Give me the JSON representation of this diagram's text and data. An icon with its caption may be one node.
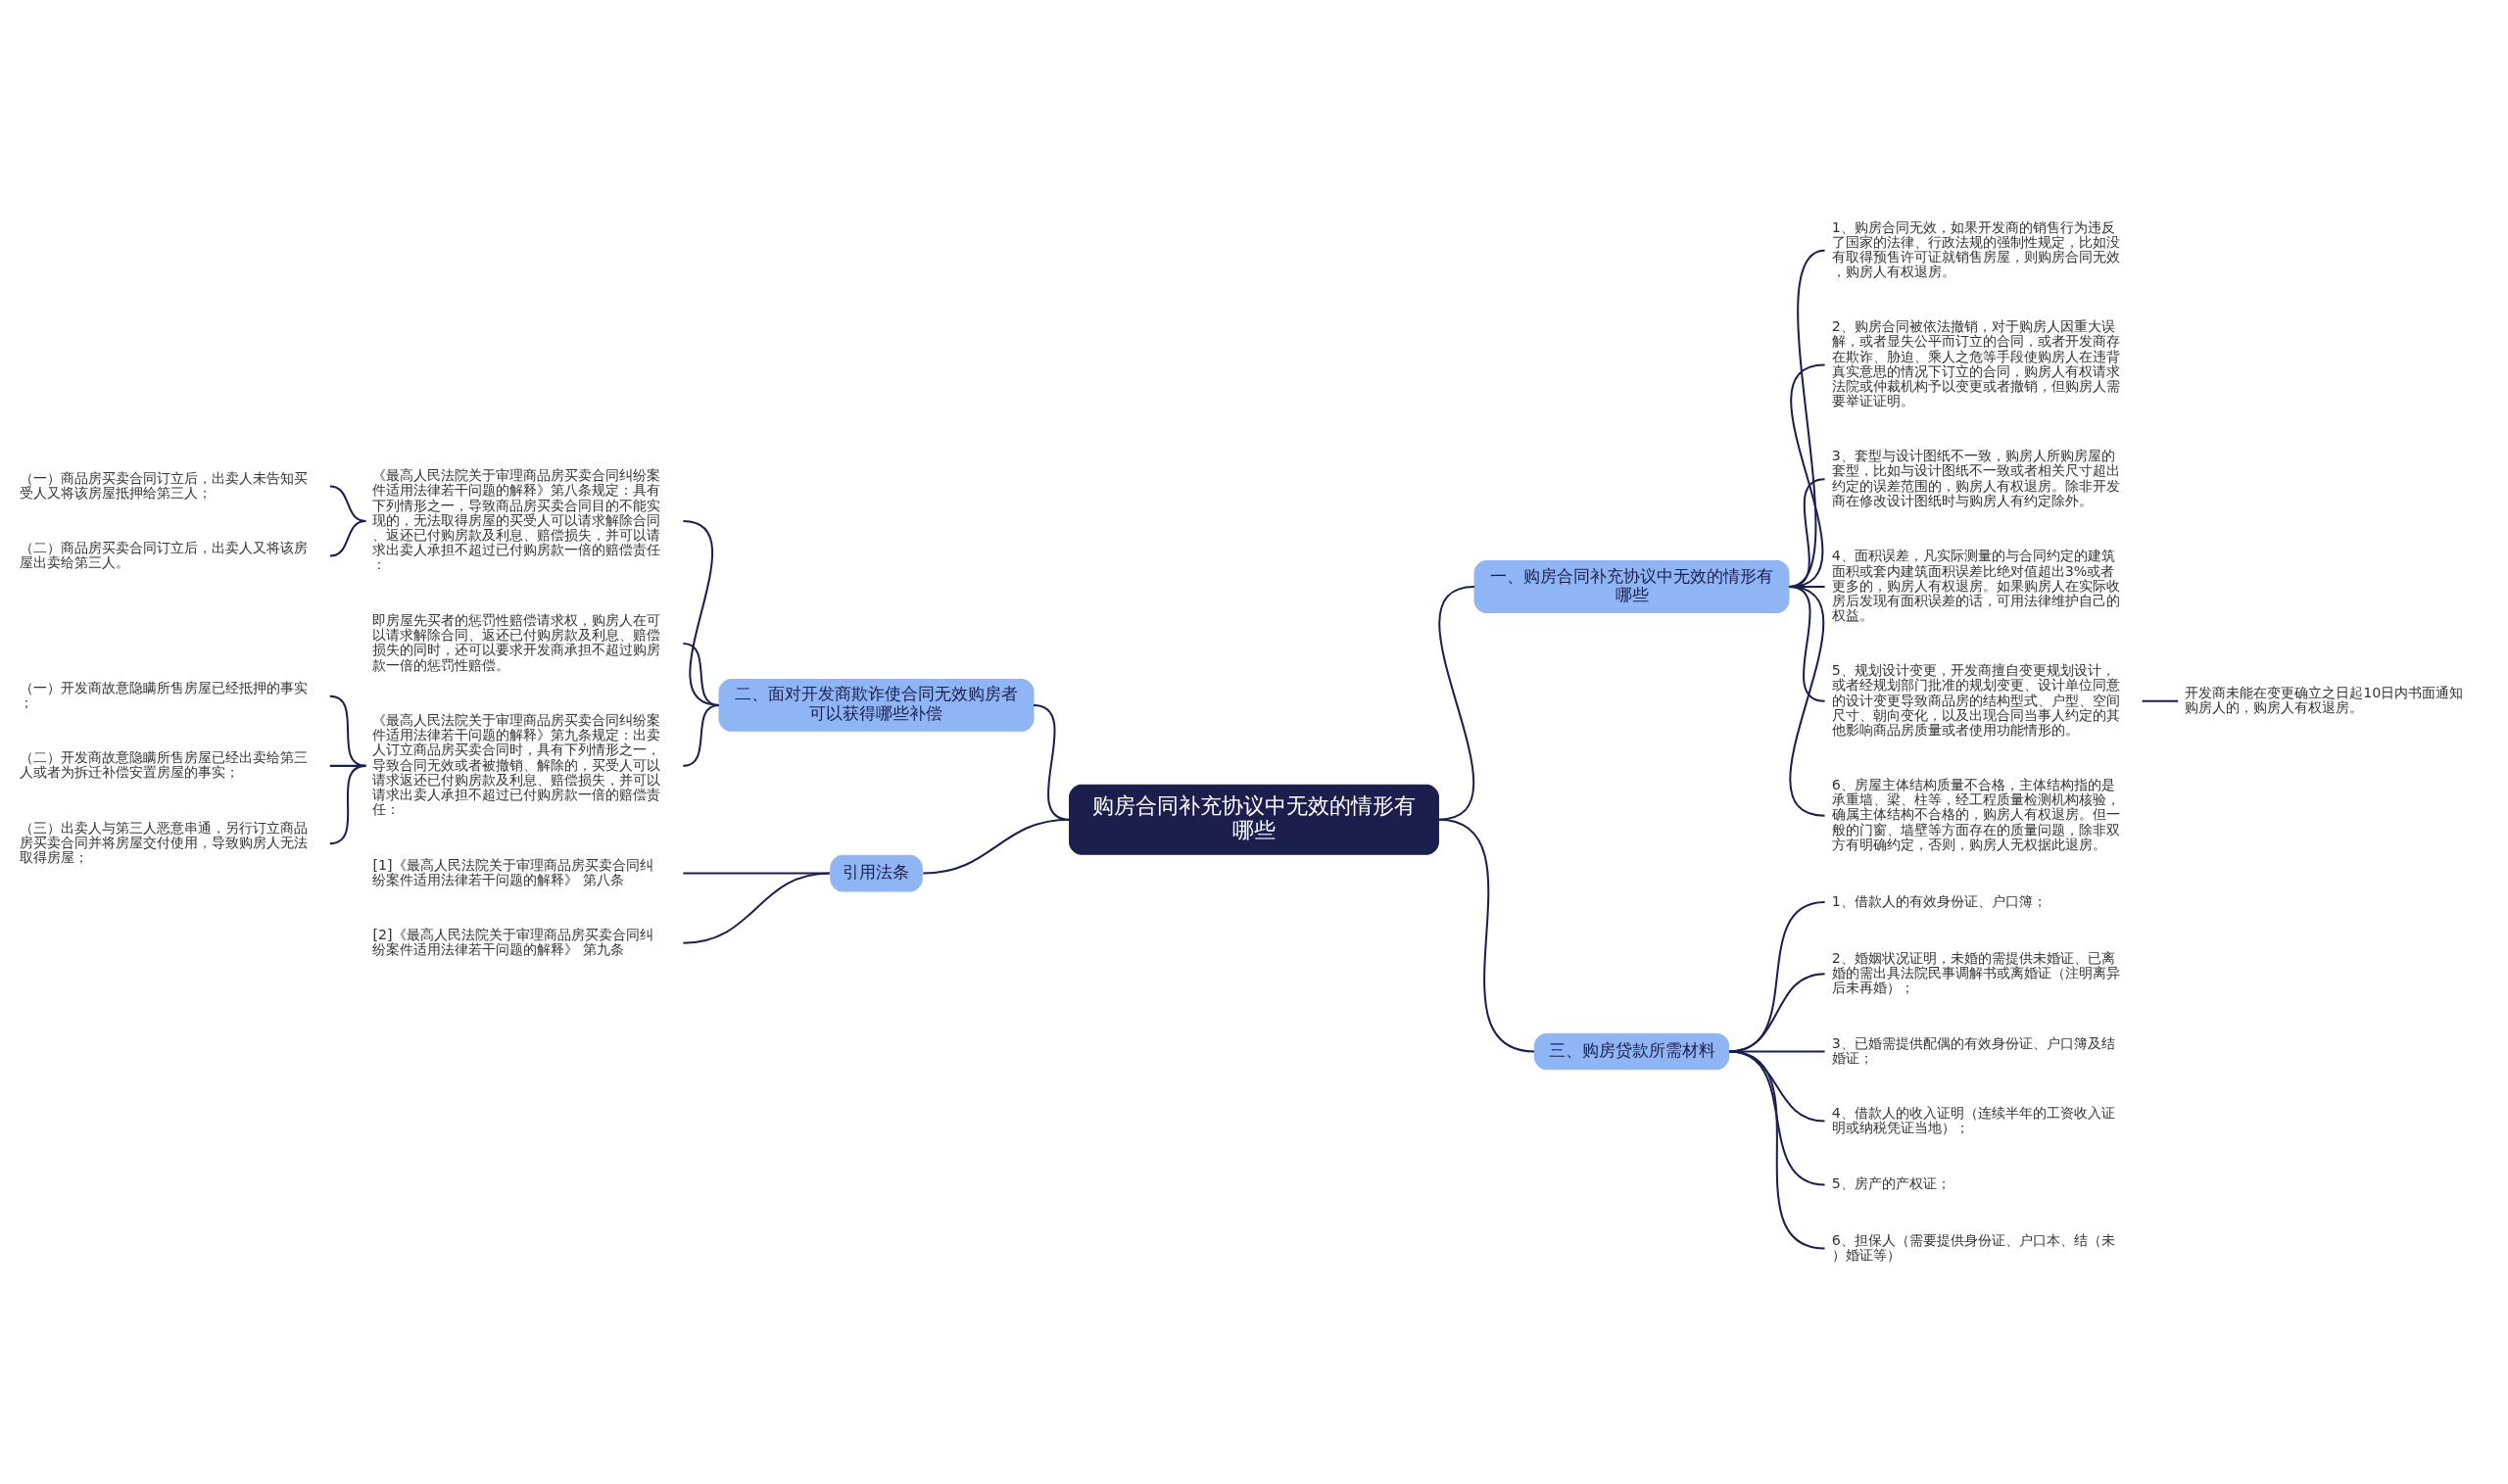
{
  "diagram": {
    "nodes": [
      {
        "text": [
          "购房合同补充协议中无效的情形有哪些"
        ]
      },
      {
        "text": [
          "一、购房合同补充协议中无效的情形有哪些"
        ]
      },
      {
        "text": [
          "1、购房合同无效，如果开发商的销售行为违反了国家的法律、行政法规的强制性规定，比如没有取得预售许可证就销售房屋，则购房合同无效，购房人有权退房。"
        ]
      },
      {
        "text": [
          "2、购房合同被依法撤销，对于购房人因重大误解，或者显失公平而订立的合同，或者开发商存在欺诈、胁迫、乘人之危等手段使购房人在违背真实意思的情况下订立的合同，购房人有权请求法院或仲裁机构予以变更或者撤销，但购房人需要举证证明。"
        ]
      },
      {
        "text": [
          "3、套型与设计图纸不一致，购房人所购房屋的套型，比如与设计图纸不一致或者相关尺寸超出约定的误差范围的，购房人有权退房。除非开发商在修改设计图纸时与购房人有约定除外。"
        ]
      },
      {
        "text": [
          "4、面积误差，凡实际测量的与合同约定的建筑面积或套内建筑面积误差比绝对值超出3%或者更多的，购房人有权退房。如果购房人在实际收房后发现有面积误差的话，可用法律维护自己的权益。"
        ]
      },
      {
        "text": [
          "5、规划设计变更，开发商擅自变更规划设计，或者经规划部门批准的规划变更、设计单位同意的设计变更导致商品房的结构型式、户型、空间尺寸、朝向变化，以及出现合同当事人约定的其他影响商品房质量或者使用功能情形的。"
        ]
      },
      {
        "text": [
          "开发商未能在变更确立之日起10日内书面通知购房人的，购房人有权退房。"
        ]
      },
      {
        "text": [
          "6、房屋主体结构质量不合格，主体结构指的是承重墙、梁、柱等，经工程质量检测机构核验，确属主体结构不合格的，购房人有权退房。但一般的门窗、墙壁等方面存在的质量问题，除非双方有明确约定，否则，购房人无权据此退房。"
        ]
      },
      {
        "text": [
          "三、购房贷款所需材料"
        ]
      },
      {
        "text": [
          "1、借款人的有效身份证、户口簿；"
        ]
      },
      {
        "text": [
          "2、婚姻状况证明，未婚的需提供未婚证、已离婚的需出具法院民事调解书或离婚证（注明离异后未再婚）；"
        ]
      },
      {
        "text": [
          "3、已婚需提供配偶的有效身份证、户口簿及结婚证；"
        ]
      },
      {
        "text": [
          "4、借款人的收入证明（连续半年的工资收入证明或纳税凭证当地）；"
        ]
      },
      {
        "text": [
          "5、房产的产权证；"
        ]
      },
      {
        "text": [
          "6、担保人（需要提供身份证、户口本、结（未）婚证等）"
        ]
      },
      {
        "text": [
          "二、面对开发商欺诈使合同无效购房者可以获得哪些补偿"
        ]
      },
      {
        "text": [
          "《最高人民法院关于审理商品房买卖合同纠纷案件适用法律若干问题的解释》第八条规定：具有下列情形之一，导致商品房买卖合同目的不能实现的，无法取得房屋的买受人可以请求解除合同、返还已付购房款及利息、赔偿损失，并可以请求出卖人承担不超过已付购房款一倍的赔偿责任："
        ]
      },
      {
        "text": [
          "（一）商品房买卖合同订立后，出卖人未告知买受人又将该房屋抵押给第三人；"
        ]
      },
      {
        "text": [
          "（二）商品房买卖合同订立后，出卖人又将该房屋出卖给第三人。"
        ]
      },
      {
        "text": [
          "即房屋先买者的惩罚性赔偿请求权，购房人在可以请求解除合同、返还已付购房款及利息、赔偿损失的同时，还可以要求开发商承担不超过购房款一倍的惩罚性赔偿。"
        ]
      },
      {
        "text": [
          "《最高人民法院关于审理商品房买卖合同纠纷案件适用法律若干问题的解释》第九条规定：出卖人订立商品房买卖合同时，具有下列情形之一，导致合同无效或者被撤销、解除的，买受人可以请求返还已付购房款及利息、赔偿损失，并可以请求出卖人承担不超过已付购房款一倍的赔偿责任："
        ]
      },
      {
        "text": [
          "（一）开发商故意隐瞒所售房屋已经抵押的事实；"
        ]
      },
      {
        "text": [
          "（二）开发商故意隐瞒所售房屋已经出卖给第三人或者为拆迁补偿安置房屋的事实；"
        ]
      },
      {
        "text": [
          "（三）出卖人与第三人恶意串通，另行订立商品房买卖合同并将房屋交付使用，导致购房人无法取得房屋；"
        ]
      },
      {
        "text": [
          "引用法条"
        ]
      },
      {
        "text": [
          "[1]《最高人民法院关于审理商品房买卖合同纠纷案件适用法律若干问题的解释》 第八条"
        ]
      },
      {
        "text": [
          "[2]《最高人民法院关于审理商品房买卖合同纠纷案件适用法律若干问题的解释》 第九条"
        ]
      }
    ],
    "edges": [
      {
        "from": 0,
        "to": 1,
        "arrow": "none"
      },
      {
        "from": 1,
        "to": 2,
        "arrow": "none"
      },
      {
        "from": 1,
        "to": 3,
        "arrow": "none"
      },
      {
        "from": 1,
        "to": 4,
        "arrow": "none"
      },
      {
        "from": 1,
        "to": 5,
        "arrow": "none"
      },
      {
        "from": 1,
        "to": 6,
        "arrow": "none"
      },
      {
        "from": 6,
        "to": 7,
        "arrow": "none"
      },
      {
        "from": 1,
        "to": 8,
        "arrow": "none"
      },
      {
        "from": 0,
        "to": 9,
        "arrow": "none"
      },
      {
        "from": 9,
        "to": 10,
        "arrow": "none"
      },
      {
        "from": 9,
        "to": 11,
        "arrow": "none"
      },
      {
        "from": 9,
        "to": 12,
        "arrow": "none"
      },
      {
        "from": 9,
        "to": 13,
        "arrow": "none"
      },
      {
        "from": 9,
        "to": 14,
        "arrow": "none"
      },
      {
        "from": 9,
        "to": 15,
        "arrow": "none"
      },
      {
        "from": 0,
        "to": 16,
        "arrow": "none"
      },
      {
        "from": 16,
        "to": 17,
        "arrow": "none"
      },
      {
        "from": 17,
        "to": 18,
        "arrow": "none"
      },
      {
        "from": 17,
        "to": 19,
        "arrow": "none"
      },
      {
        "from": 16,
        "to": 20,
        "arrow": "none"
      },
      {
        "from": 16,
        "to": 21,
        "arrow": "none"
      },
      {
        "from": 21,
        "to": 22,
        "arrow": "none"
      },
      {
        "from": 21,
        "to": 23,
        "arrow": "none"
      },
      {
        "from": 21,
        "to": 24,
        "arrow": "none"
      },
      {
        "from": 0,
        "to": 25,
        "arrow": "none"
      },
      {
        "from": 25,
        "to": 26,
        "arrow": "none"
      },
      {
        "from": 25,
        "to": 27,
        "arrow": "none"
      }
    ]
  }
}
